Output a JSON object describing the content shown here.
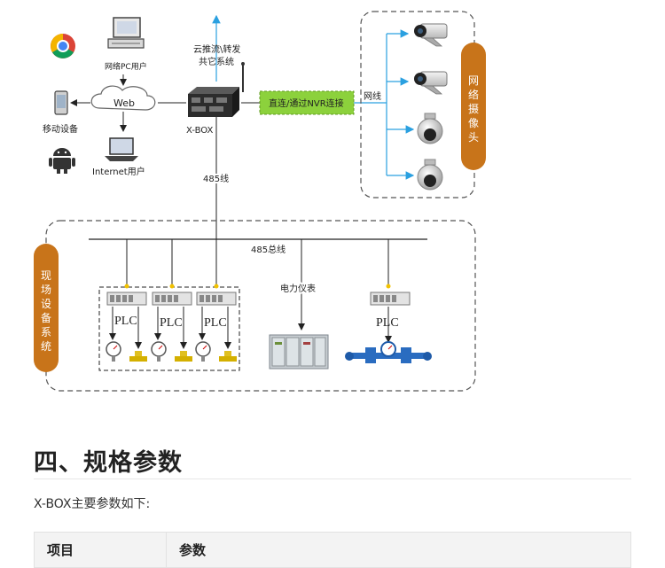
{
  "diagram": {
    "web_label": "Web",
    "network_pc_user": "网络PC用户",
    "mobile_device": "移动设备",
    "internet_user": "Internet用户",
    "cloud_push_line1": "云推流\\转发",
    "cloud_push_line2": "共它系统",
    "xbox_label": "X-BOX",
    "nvr_box": "直连/通过NVR连接",
    "network_line": "网线",
    "camera_group_vertical": [
      "网",
      "络",
      "摄",
      "像",
      "头"
    ],
    "field_group_vertical": [
      "现",
      "场",
      "设",
      "备",
      "系",
      "统"
    ],
    "rs485_line": "485线",
    "rs485_bus": "485总线",
    "power_meter": "电力仪表",
    "plc_label": "PLC"
  },
  "section": {
    "title": "四、规格参数",
    "intro": "X-BOX主要参数如下:"
  },
  "table": {
    "headers": [
      "项目",
      "参数"
    ]
  },
  "colors": {
    "orange_tag": "#c8741a",
    "green_box": "#8cd13c",
    "arrow_blue": "#2aa0e0",
    "dashed_border": "#555555"
  }
}
